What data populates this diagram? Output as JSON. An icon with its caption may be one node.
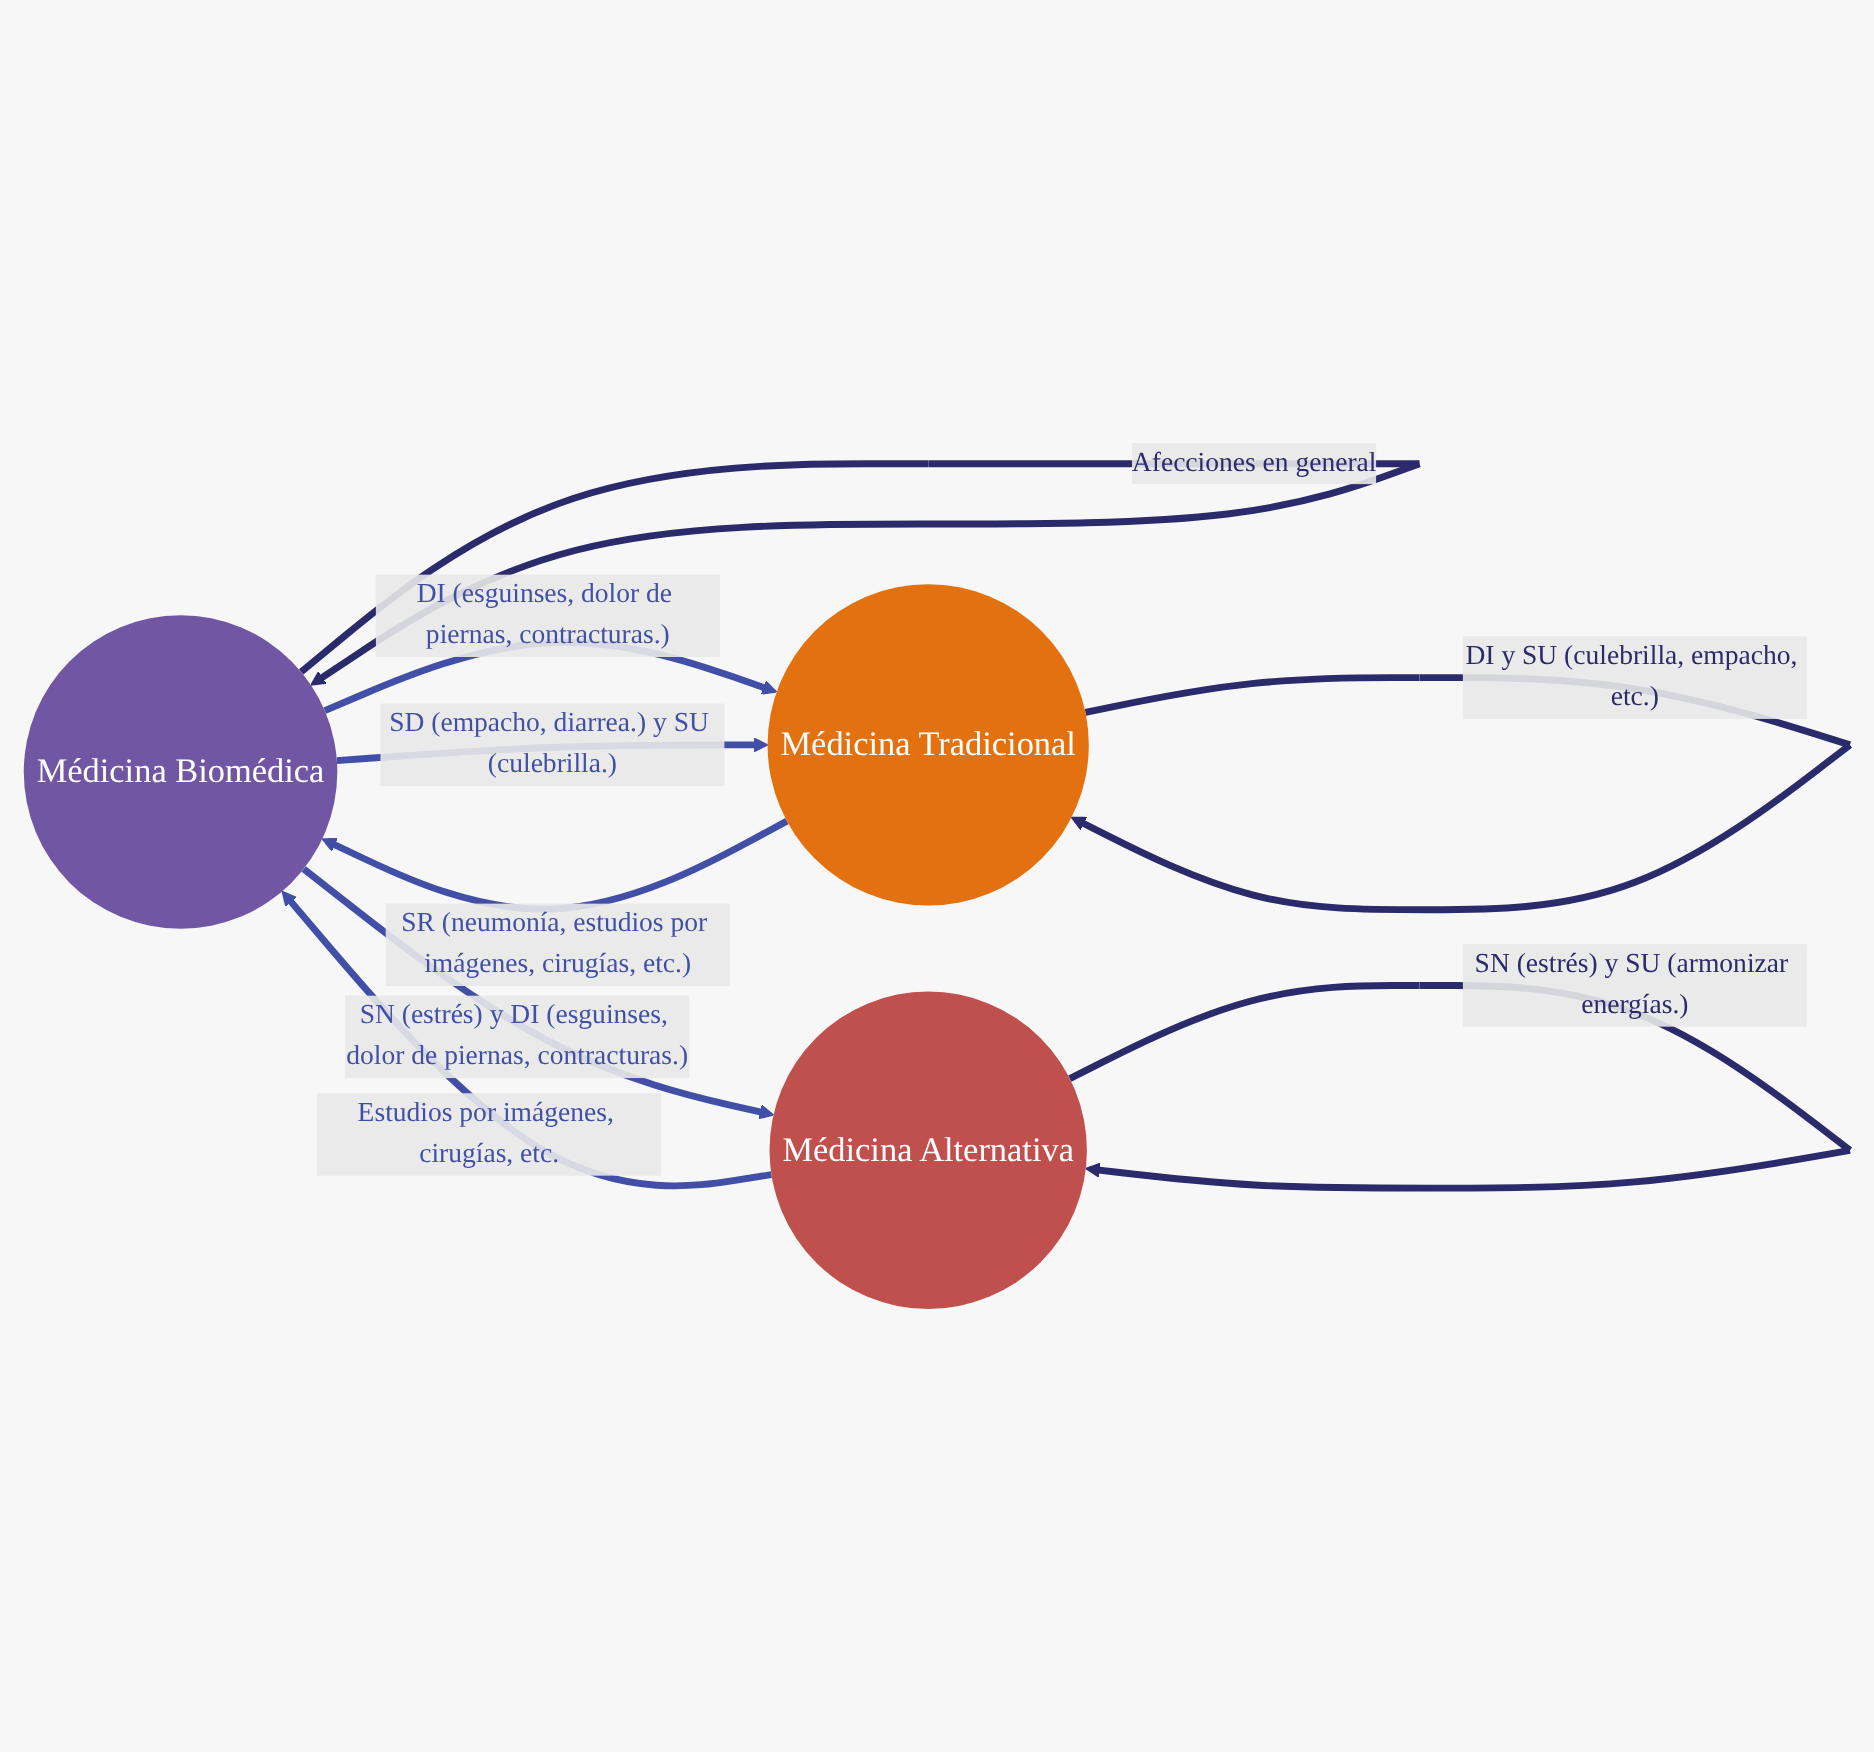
{
  "diagram": {
    "nodes": [
      {
        "text": [
          "Médicina Biomédica"
        ]
      },
      {
        "text": [
          "Médicina Tradicional"
        ]
      },
      {
        "text": [
          "Médicina Alternativa"
        ]
      }
    ],
    "edges": [
      {
        "from": 0,
        "to": 0,
        "arrow": "to",
        "label": "Afecciones en general",
        "color": "#2b2a6b"
      },
      {
        "from": 1,
        "to": 1,
        "arrow": "to",
        "label": "DI y SU (culebrilla, empacho, etc.)",
        "color": "#2b2a6b"
      },
      {
        "from": 0,
        "to": 1,
        "arrow": "to",
        "label": "DI (esguinses, dolor de piernas, contracturas.)"
      },
      {
        "from": 0,
        "to": 1,
        "arrow": "to",
        "label": "SD (empacho, diarrea.) y SU (culebrilla.)"
      },
      {
        "from": 1,
        "to": 0,
        "arrow": "to",
        "label": "SR (neumonía, estudios por imágenes, cirugías, etc.)"
      },
      {
        "from": 0,
        "to": 2,
        "arrow": "to",
        "label": "SN (estrés) y DI (esguinses, dolor de piernas, contracturas.)"
      },
      {
        "from": 2,
        "to": 0,
        "arrow": "to",
        "label": "Estudios por imágenes, cirugías, etc."
      },
      {
        "from": 2,
        "to": 2,
        "arrow": "to",
        "label": "SN (estrés) y SU (armonizar energías.)",
        "color": "#2b2a6b"
      }
    ]
  }
}
